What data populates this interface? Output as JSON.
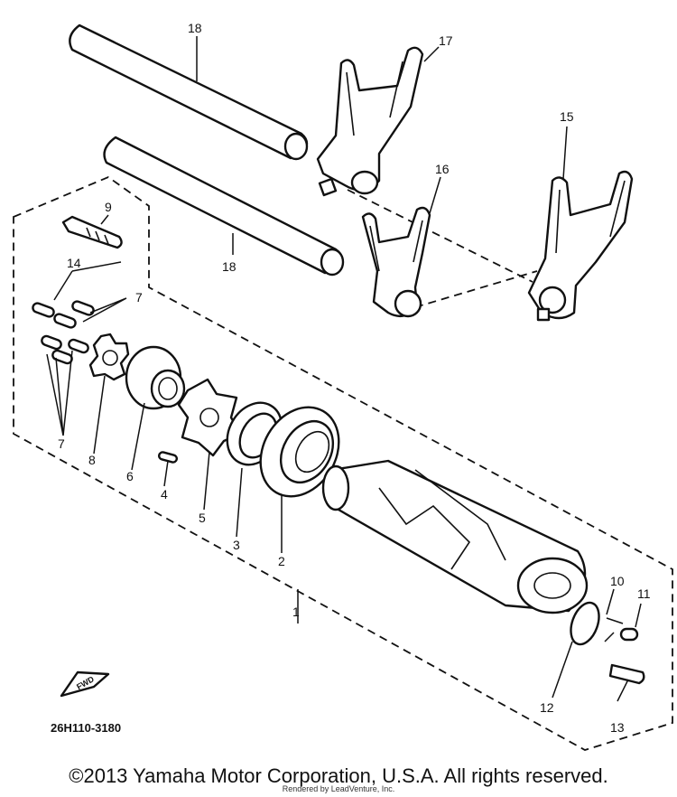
{
  "diagram": {
    "part_code": "26H110-3180",
    "fwd_label": "FWD",
    "callouts": {
      "c1": "1",
      "c2": "2",
      "c3": "3",
      "c4": "4",
      "c5": "5",
      "c6": "6",
      "c7a": "7",
      "c7b": "7",
      "c8": "8",
      "c9": "9",
      "c10": "10",
      "c11": "11",
      "c12": "12",
      "c13": "13",
      "c14": "14",
      "c15": "15",
      "c16": "16",
      "c17": "17",
      "c18a": "18",
      "c18b": "18"
    }
  },
  "footer": {
    "copyright": "©2013 Yamaha Motor Corporation, U.S.A. All rights reserved.",
    "rendered_by": "Rendered by LeadVenture, Inc."
  }
}
